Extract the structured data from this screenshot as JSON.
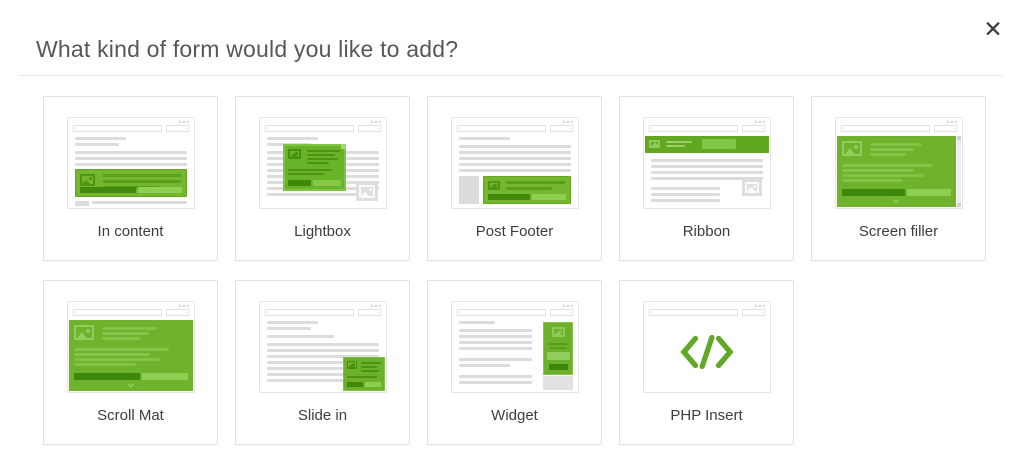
{
  "dialog": {
    "title": "What kind of form would you like to add?",
    "close_icon": "✕"
  },
  "options": [
    {
      "id": "in-content",
      "label": "In content"
    },
    {
      "id": "lightbox",
      "label": "Lightbox"
    },
    {
      "id": "post-footer",
      "label": "Post Footer"
    },
    {
      "id": "ribbon",
      "label": "Ribbon"
    },
    {
      "id": "screen-filler",
      "label": "Screen filler"
    },
    {
      "id": "scroll-mat",
      "label": "Scroll Mat"
    },
    {
      "id": "slide-in",
      "label": "Slide in"
    },
    {
      "id": "widget",
      "label": "Widget"
    },
    {
      "id": "php-insert",
      "label": "PHP Insert"
    }
  ],
  "colors": {
    "accent_green": "#72b62e",
    "dark_green_button": "#41880e",
    "light_green_button": "#8ecf52",
    "skeleton_gray": "#dcdcdc"
  }
}
